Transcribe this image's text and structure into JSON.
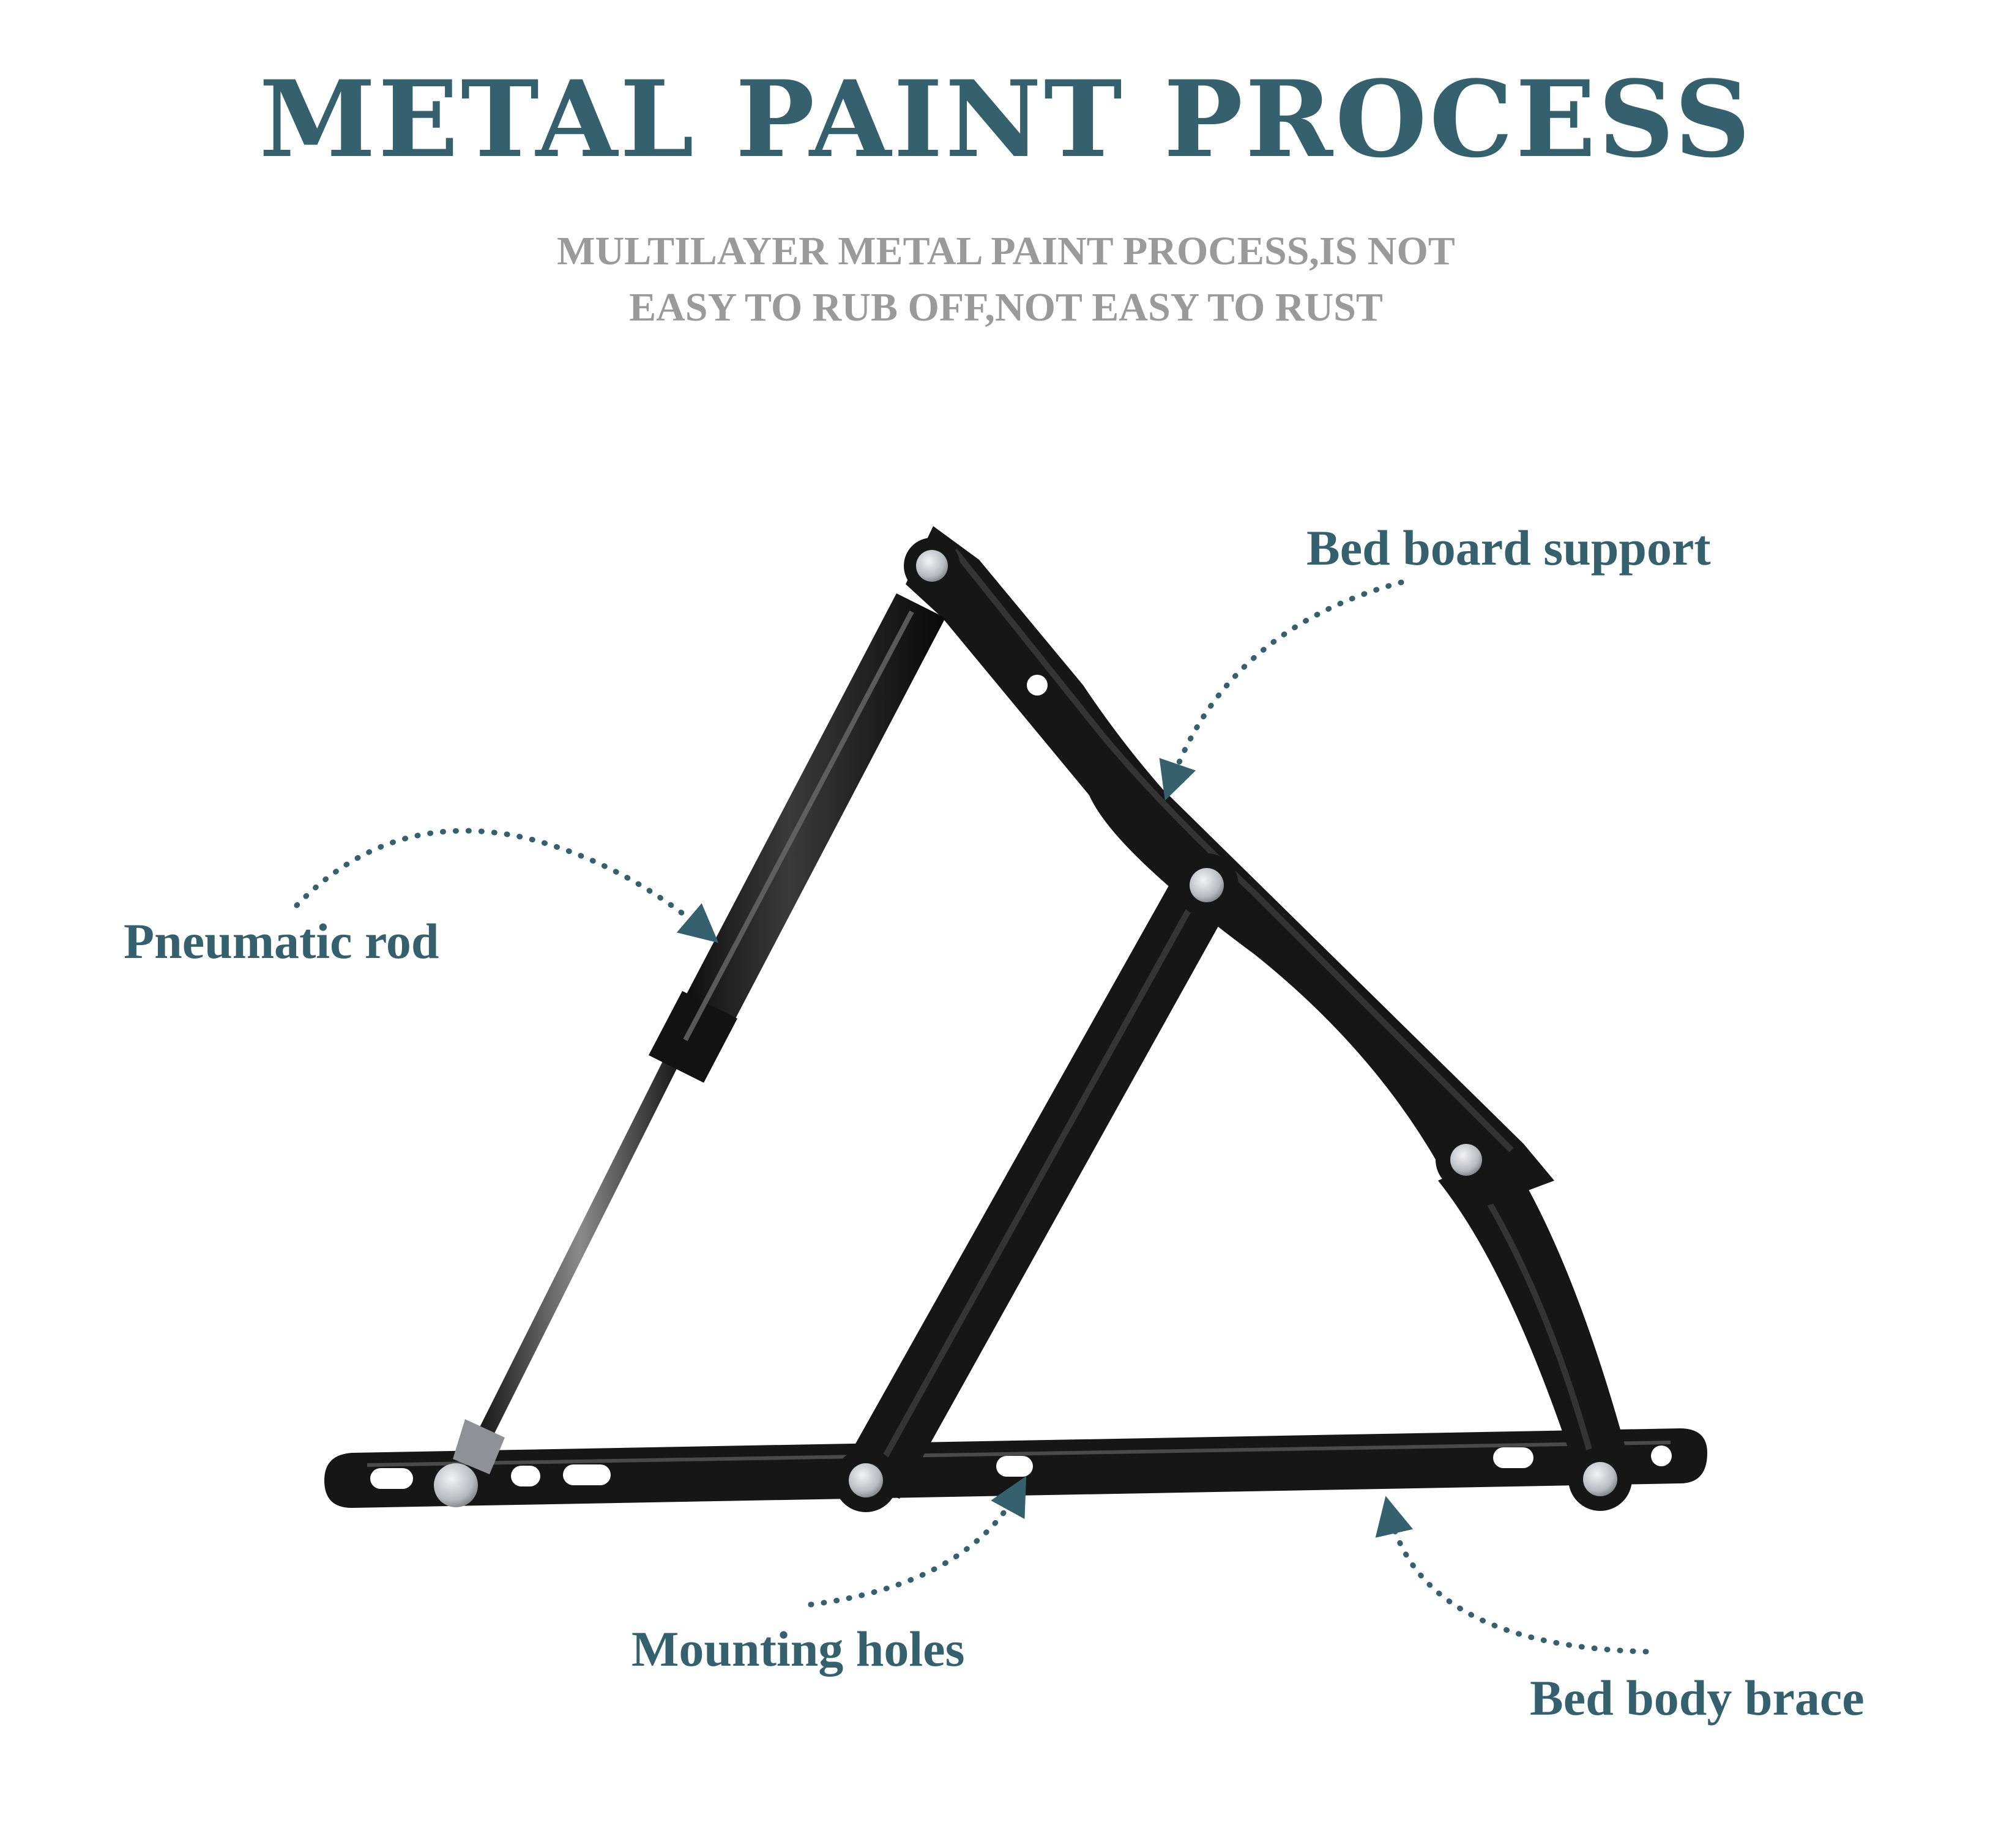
{
  "header": {
    "title": "METAL PAINT PROCESS",
    "subtitle_line1": "MULTILAYER METAL PAINT PROCESS,IS NOT",
    "subtitle_line2": "EASY TO RUB OFF,NOT EASY TO RUST"
  },
  "labels": {
    "bed_board_support": "Bed board support",
    "pneumatic_rod": "Pneumatic rod",
    "mounting_holes": "Mounting holes",
    "bed_body_brace": "Bed body brace"
  },
  "colors": {
    "title": "#35616e",
    "subtitle": "#9a9a9a",
    "label": "#35616e",
    "leader": "#35616e",
    "metal": "#161616",
    "metal_highlight": "#4a4a4a",
    "rivet": "#c9ccd0",
    "background": "#ffffff"
  }
}
